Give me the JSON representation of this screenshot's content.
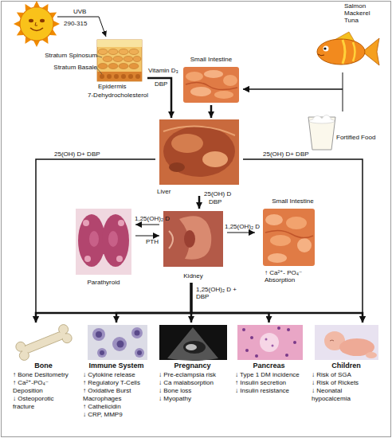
{
  "diagram": {
    "nodes": [
      {
        "text": [
          "Stratum Spinosum",
          "Stratum Basale",
          "Epidermis",
          "7-Dehydrocholesterol"
        ]
      },
      {
        "text": [
          "Salmon Mackerel Tuna"
        ]
      },
      {
        "text": [
          "Small Intestine"
        ]
      },
      {
        "text": [
          "Fortified Food"
        ]
      },
      {
        "text": [
          "Liver"
        ]
      },
      {
        "text": [
          "Parathyroid"
        ]
      },
      {
        "text": [
          "Kidney"
        ]
      },
      {
        "text": [
          "Small Intestine",
          "↑ Ca²⁺- PO₄⁻ Absorption"
        ]
      },
      {
        "text": [
          "Bone",
          "↑ Bone Desitometry",
          "↑ Ca²⁺-PO₄⁻ Deposition",
          "↓ Osteoporotic fracture"
        ]
      },
      {
        "text": [
          "Immune System",
          "↓ Cytokine release",
          "↑ Regulatory T-Cells",
          "↑ Oxidative Burst Macrophages",
          "↑ Cathelicidin",
          "↓ CRP, MMP9"
        ]
      },
      {
        "text": [
          "Pregnancy",
          "↓ Pre-eclampsia risk",
          "↓ Ca malabsorption",
          "↓ Bone loss",
          "↓ Myopathy"
        ]
      },
      {
        "text": [
          "Pancreas",
          "↓ Type 1 DM incidence",
          "↑ Insulin secretion",
          "↓ Insulin resistance"
        ]
      },
      {
        "text": [
          "Children",
          "↓ Risk of SGA",
          "↓ Risk of Rickets",
          "↓ Neonatal hypocalcemia"
        ]
      }
    ],
    "edges": [
      {
        "from": 0,
        "to": 4,
        "label": "Vitamin D₃",
        "arrow": "to"
      },
      {
        "from": 1,
        "to": 2,
        "arrow": "to"
      },
      {
        "from": 3,
        "to": 2,
        "arrow": "to"
      },
      {
        "from": 2,
        "to": 4,
        "arrow": "to"
      },
      {
        "from": 4,
        "to": 6,
        "label": "25(OH) D",
        "arrow": "to"
      },
      {
        "from": 4,
        "to": 8,
        "label": "25(OH) D+ DBP",
        "arrow": "to"
      },
      {
        "from": 4,
        "to": 12,
        "label": "25(OH) D+ DBP",
        "arrow": "to"
      },
      {
        "from": 6,
        "to": 5,
        "label": "1,25(OH)₂ D",
        "arrow": "to"
      },
      {
        "from": 5,
        "to": 6,
        "label": "PTH",
        "arrow": "to"
      },
      {
        "from": 6,
        "to": 7,
        "label": "1,25(OH)₂ D",
        "arrow": "to"
      },
      {
        "from": 6,
        "to": 8,
        "arrow": "to"
      },
      {
        "from": 6,
        "to": 9,
        "arrow": "to"
      },
      {
        "from": 6,
        "to": 10,
        "label": "1,25(OH)₂ D + DBP",
        "arrow": "to"
      },
      {
        "from": 6,
        "to": 11,
        "arrow": "to"
      },
      {
        "from": 6,
        "to": 12,
        "arrow": "to"
      }
    ],
    "labels": [
      "UVB",
      "290-315",
      "DBP",
      "DBP"
    ]
  }
}
